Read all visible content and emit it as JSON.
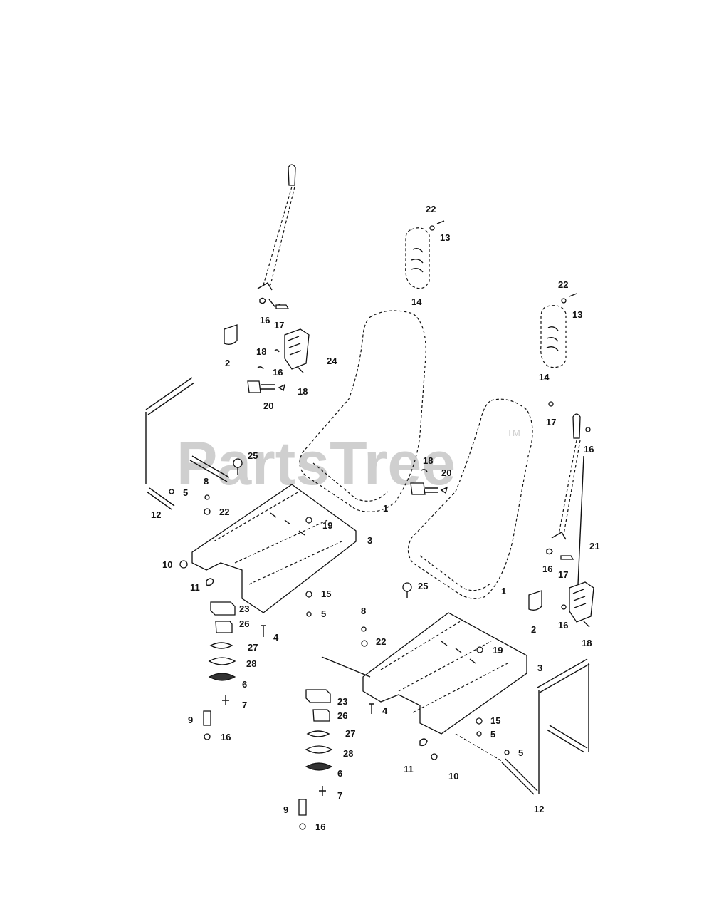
{
  "watermark": {
    "text": "PartsTree",
    "trademark": "TM"
  },
  "callouts_left": [
    "22",
    "13",
    "14",
    "16",
    "17",
    "18",
    "2",
    "16",
    "24",
    "18",
    "20",
    "25",
    "8",
    "5",
    "22",
    "12",
    "19",
    "3",
    "1",
    "10",
    "11",
    "15",
    "23",
    "5",
    "26",
    "4",
    "27",
    "28",
    "6",
    "7",
    "9",
    "16"
  ],
  "callouts_right": [
    "22",
    "13",
    "14",
    "17",
    "16",
    "18",
    "20",
    "21",
    "16",
    "17",
    "25",
    "1",
    "2",
    "16",
    "18",
    "8",
    "22",
    "19",
    "3",
    "4",
    "23",
    "26",
    "27",
    "28",
    "6",
    "7",
    "9",
    "16",
    "15",
    "5",
    "11",
    "10",
    "5",
    "12"
  ]
}
